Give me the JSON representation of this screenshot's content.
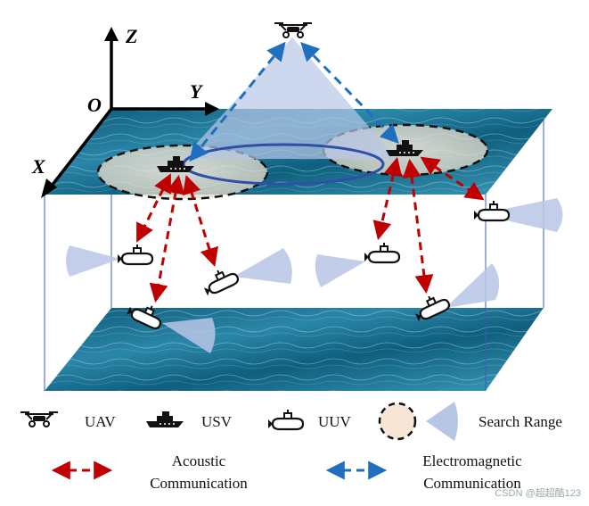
{
  "axes": {
    "origin": "O",
    "x": "X",
    "y": "Y",
    "z": "Z"
  },
  "legend": {
    "uav": "UAV",
    "usv": "USV",
    "uuv": "UUV",
    "search_range": "Search Range",
    "acoustic_line1": "Acoustic",
    "acoustic_line2": "Communication",
    "em_line1": "Electromagnetic",
    "em_line2": "Communication"
  },
  "watermark": "CSDN @超超酷123",
  "colors": {
    "acoustic": "#c00000",
    "electromagnetic": "#1f6fbf",
    "search_cone": "#b8c6e6",
    "ellipse": "#2f4fa8",
    "water_dark": "#0d4f6b",
    "water_light": "#3e9ab8"
  },
  "icons": [
    "drone-icon",
    "ship-icon",
    "submarine-icon",
    "search-range-circle-icon",
    "search-cone-icon"
  ]
}
